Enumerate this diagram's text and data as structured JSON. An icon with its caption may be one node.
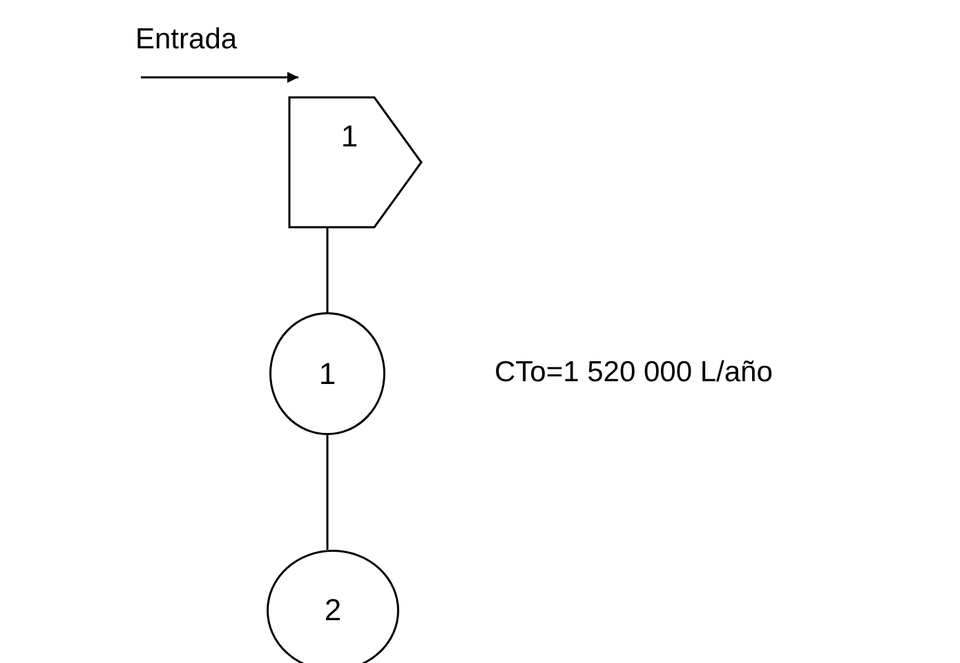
{
  "diagram": {
    "nodes": [
      {
        "text": [
          "1"
        ]
      },
      {
        "text": [
          "1"
        ]
      },
      {
        "text": [
          "2"
        ]
      }
    ],
    "edges": [
      {
        "from": null,
        "to": 0,
        "arrow": "to",
        "label": "Entrada"
      },
      {
        "from": 0,
        "to": 1,
        "arrow": "none"
      },
      {
        "from": 1,
        "to": 2,
        "arrow": "none"
      }
    ],
    "labels": [
      "CTo=1 520 000 L/año"
    ]
  }
}
